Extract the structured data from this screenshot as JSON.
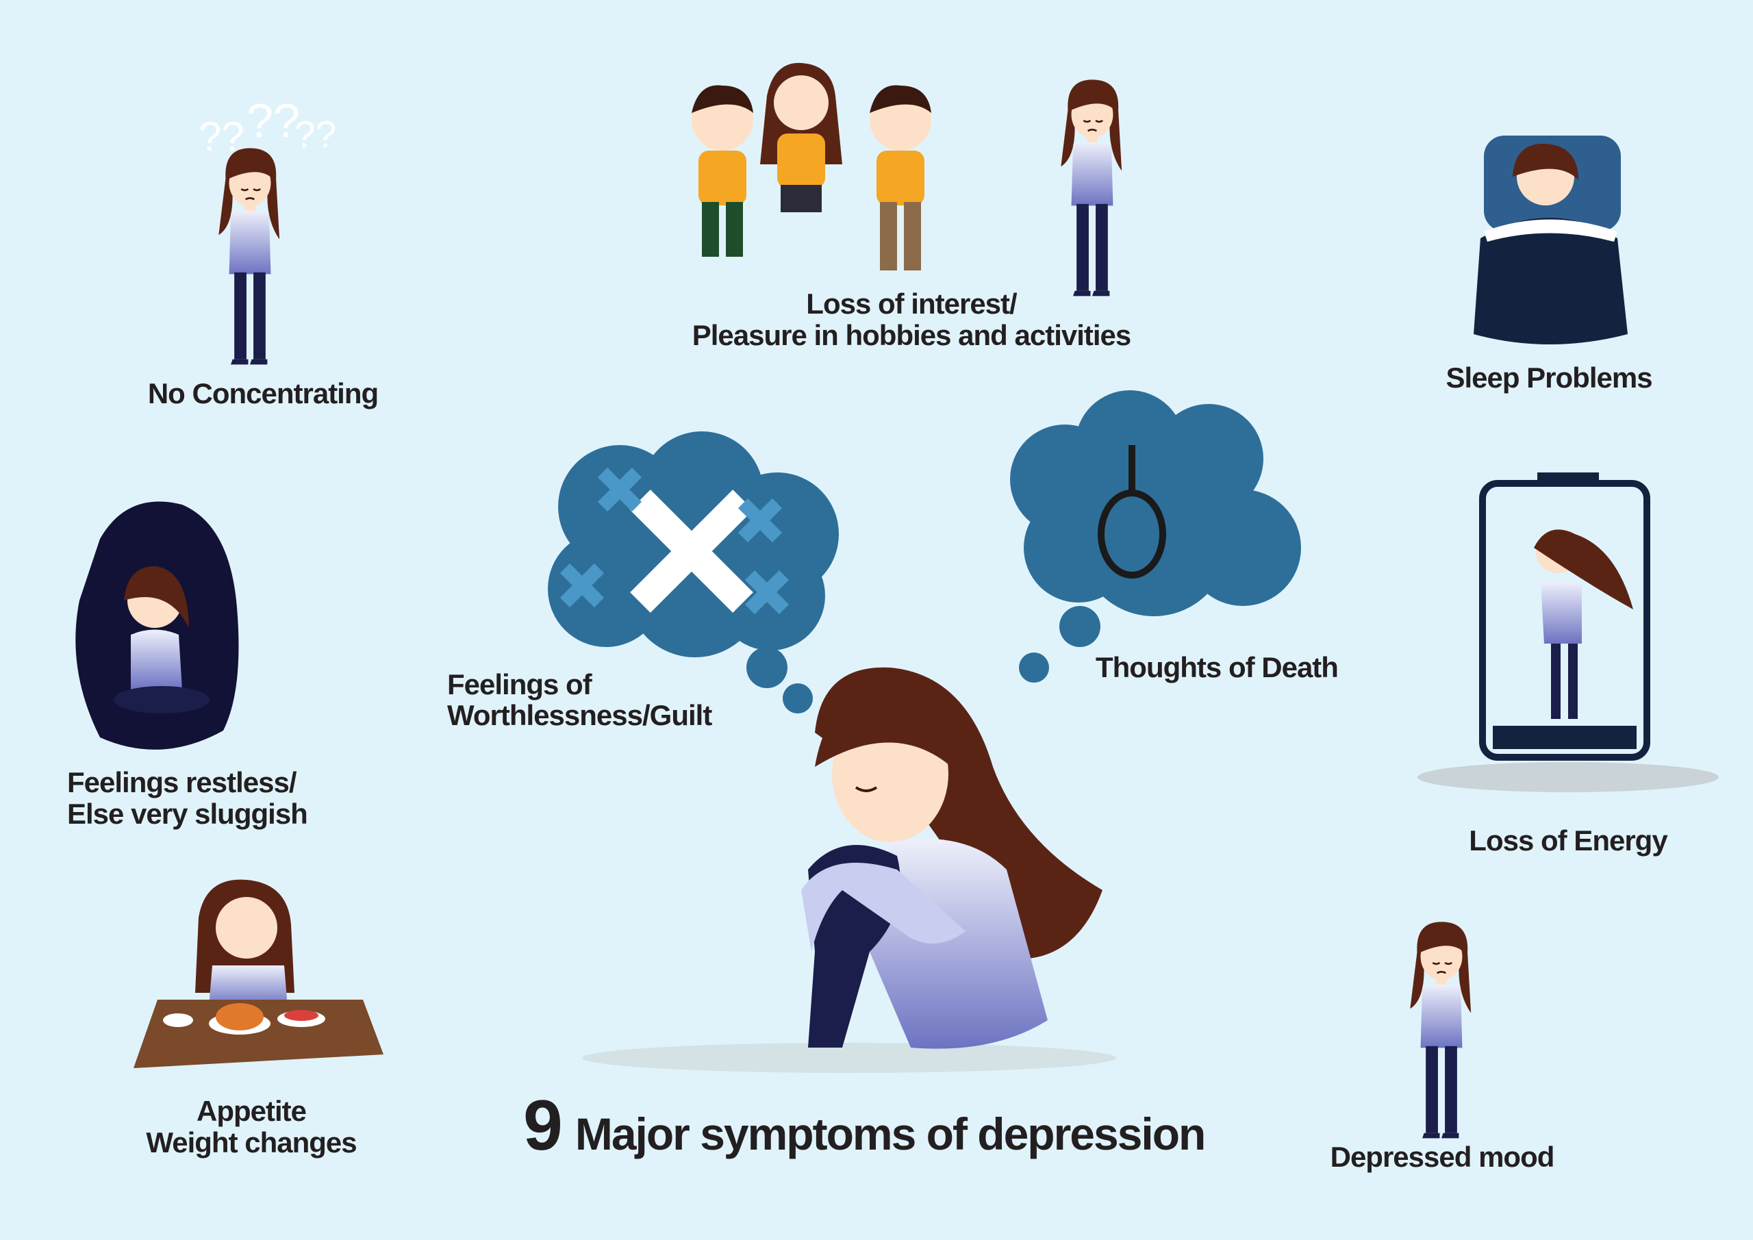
{
  "title": {
    "number": "9",
    "text": "Major symptoms of depression"
  },
  "symptoms": {
    "no_concentrating": "No Concentrating",
    "loss_of_interest_1": "Loss of interest/",
    "loss_of_interest_2": "Pleasure in hobbies and activities",
    "sleep_problems": "Sleep Problems",
    "worthlessness_1": "Feelings of",
    "worthlessness_2": "Worthlessness/Guilt",
    "thoughts_of_death": "Thoughts of Death",
    "restless_1": "Feelings restless/",
    "restless_2": "Else very sluggish",
    "loss_of_energy": "Loss of Energy",
    "appetite_1": "Appetite",
    "appetite_2": "Weight changes",
    "depressed_mood": "Depressed mood"
  },
  "colors": {
    "background": "#e0f3fb",
    "cloud": "#2e6f9a",
    "cloud_mark": "#4a98c8",
    "hair": "#5a2415",
    "sweater": "#b7bde6",
    "pants": "#1b1d4a",
    "text": "#231f20"
  }
}
